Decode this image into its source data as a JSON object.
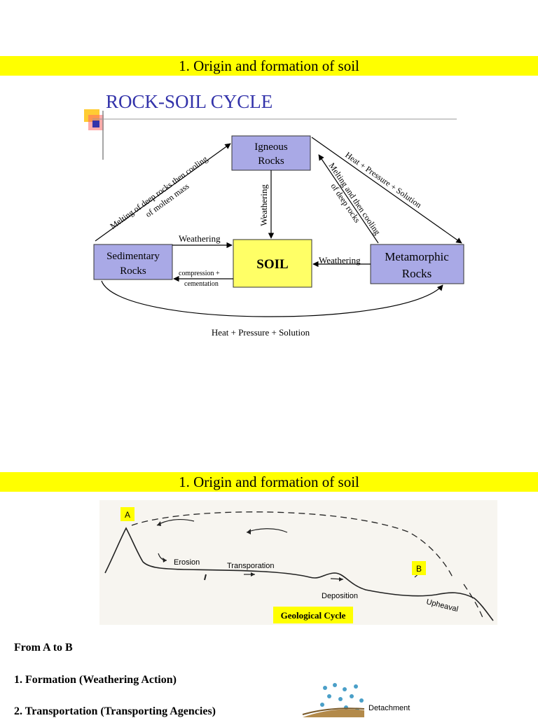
{
  "banner_title": "1. Origin and formation of soil",
  "rock_cycle": {
    "title": "ROCK-SOIL CYCLE",
    "igneous": [
      "Igneous",
      "Rocks"
    ],
    "sedimentary": [
      "Sedimentary",
      "Rocks"
    ],
    "metamorphic": [
      "Metamorphic",
      "Rocks"
    ],
    "soil": "SOIL",
    "weathering_down": "Weathering",
    "weathering_left": "Weathering",
    "weathering_right": "Weathering",
    "compression": [
      "compression +",
      "cementation"
    ],
    "melting_left": [
      "Melting of deep rocks then cooling",
      "of molten mass"
    ],
    "melting_right": [
      "Melting and then cooling",
      "of deep rocks"
    ],
    "heat_top": "Heat + Pressure + Solution",
    "heat_bottom": "Heat + Pressure + Solution"
  },
  "geological_cycle": {
    "marker_a": "A",
    "marker_b": "B",
    "erosion": "Erosion",
    "transport": "Transporation",
    "deposition": "Deposition",
    "upheaval": "Upheaval",
    "caption": "Geological Cycle"
  },
  "notes": {
    "heading": "From A to B",
    "items": [
      "1. Formation (Weathering Action)",
      "2. Transportation (Transporting Agencies)"
    ]
  },
  "detachment_label": "Detachment",
  "colors": {
    "banner": "#ffff00",
    "rock_box": "#a9a9e6",
    "soil_box": "#ffff66",
    "title_blue": "#3333aa"
  }
}
